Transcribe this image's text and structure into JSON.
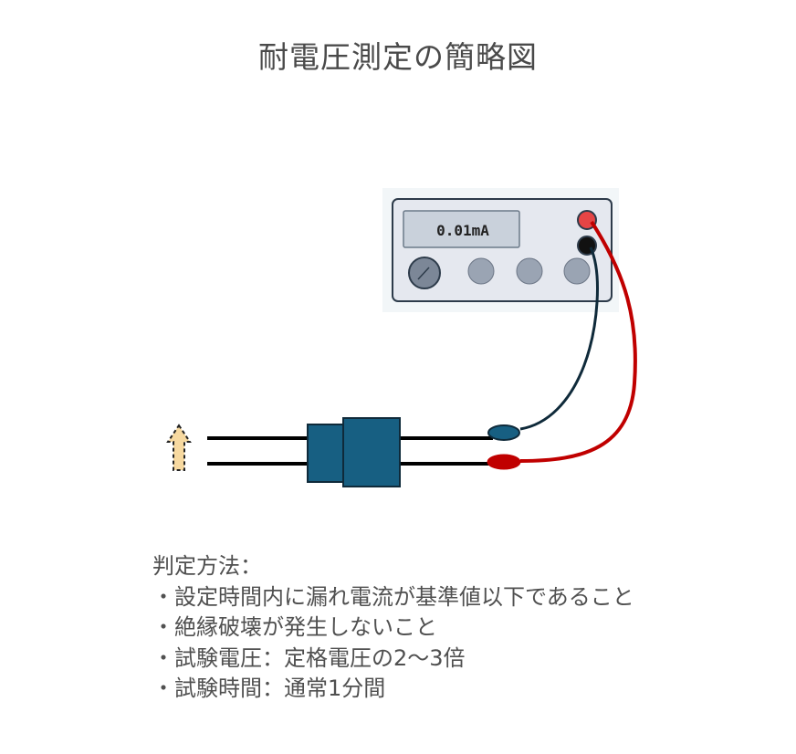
{
  "title": "耐電圧測定の簡略図",
  "meter": {
    "display_value": "0.01mA"
  },
  "notes": {
    "heading": "判定方法：",
    "items": [
      "・設定時間内に漏れ電流が基準値以下であること",
      "・絶縁破壊が発生しないこと",
      "・試験電圧：定格電圧の2〜3倍",
      "・試験時間：通常1分間"
    ]
  },
  "colors": {
    "red_lead": "#c00000",
    "black_lead": "#0f2a3a",
    "plug_body": "#175f82",
    "arrow_fill": "#f7d9a0"
  }
}
